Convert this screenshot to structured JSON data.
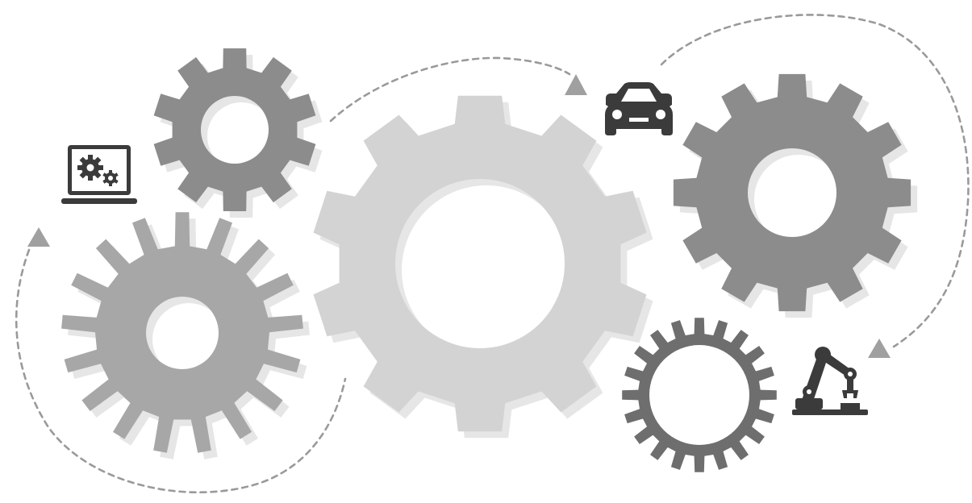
{
  "colors": {
    "background": "#ffffff",
    "gear_dark": "#8c8c8c",
    "gear_medium": "#a7a7a7",
    "gear_light": "#d3d3d3",
    "gear_shadow": "#e6e6e6",
    "gear_ring": "#6e6e6e",
    "icon": "#3b3b3b",
    "arrow": "#a0a0a0",
    "dash": "#9a9a9a"
  },
  "icons": {
    "laptop": "laptop-gears-icon",
    "car": "car-icon",
    "robot_arm": "robot-arm-icon"
  },
  "gears": [
    {
      "name": "small-top-gear",
      "teeth": 10,
      "shade": "gear_dark"
    },
    {
      "name": "left-sprocket-gear",
      "teeth": 17,
      "shade": "gear_medium"
    },
    {
      "name": "center-large-gear",
      "teeth": 10,
      "shade": "gear_light"
    },
    {
      "name": "right-large-gear",
      "teeth": 12,
      "shade": "gear_dark"
    },
    {
      "name": "bottom-ring-gear",
      "teeth": 20,
      "shade": "gear_ring"
    }
  ]
}
